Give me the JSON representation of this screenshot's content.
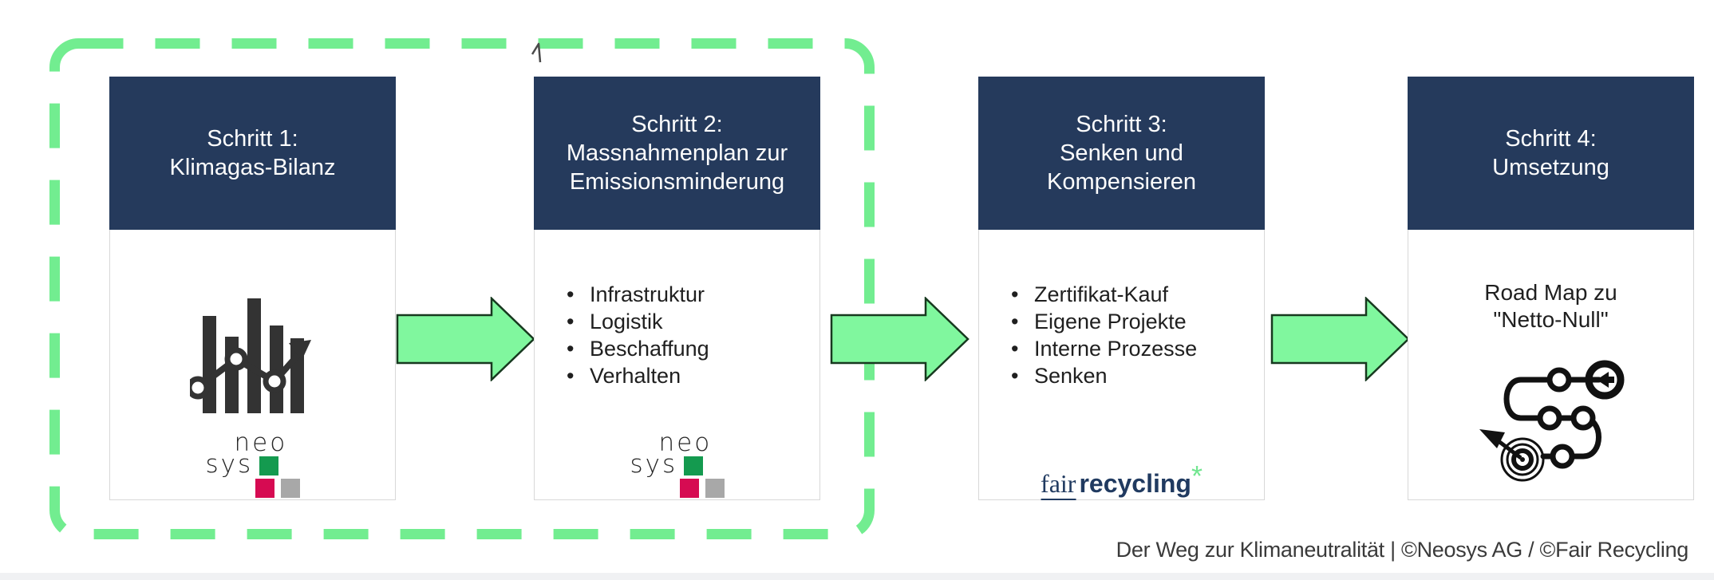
{
  "footer": {
    "text": "Der Weg zur Klimaneutralität | ©Neosys AG / ©Fair Recycling"
  },
  "colors": {
    "header_navy": "#253A5C",
    "dash_green": "#72ED90",
    "arrow_fill": "#80F79E",
    "arrow_outline": "#17391F",
    "icon_dark": "#333333",
    "icon_black": "#111111",
    "neosys_green": "#149A4F",
    "neosys_red": "#D60B52",
    "neosys_gray": "#A8A8A8",
    "fair_navy": "#203A60",
    "fair_asterisk_green": "#72E690"
  },
  "steps": [
    {
      "title": "Schritt 1:\nKlimagas-Bilanz",
      "icon": "bar-chart-trend-icon",
      "logo": "neosys"
    },
    {
      "title": "Schritt 2:\nMassnahmenplan zur\nEmissionsminderung",
      "bullets": [
        "Infrastruktur",
        "Logistik",
        "Beschaffung",
        "Verhalten"
      ],
      "logo": "neosys"
    },
    {
      "title": "Schritt 3:\nSenken und\nKompensieren",
      "bullets": [
        "Zertifikat-Kauf",
        "Eigene Projekte",
        "Interne Prozesse",
        "Senken"
      ],
      "logo": "fairrecycling"
    },
    {
      "title": "Schritt 4:\nUmsetzung",
      "body_text": "Road Map zu\n\"Netto-Null\"",
      "icon": "roadmap-target-icon"
    }
  ],
  "logos": {
    "neosys": {
      "line1": "neo",
      "line2": "sys"
    },
    "fairrecycling": {
      "part1": "fair",
      "part2": "recycling",
      "asterisk": "*"
    }
  }
}
